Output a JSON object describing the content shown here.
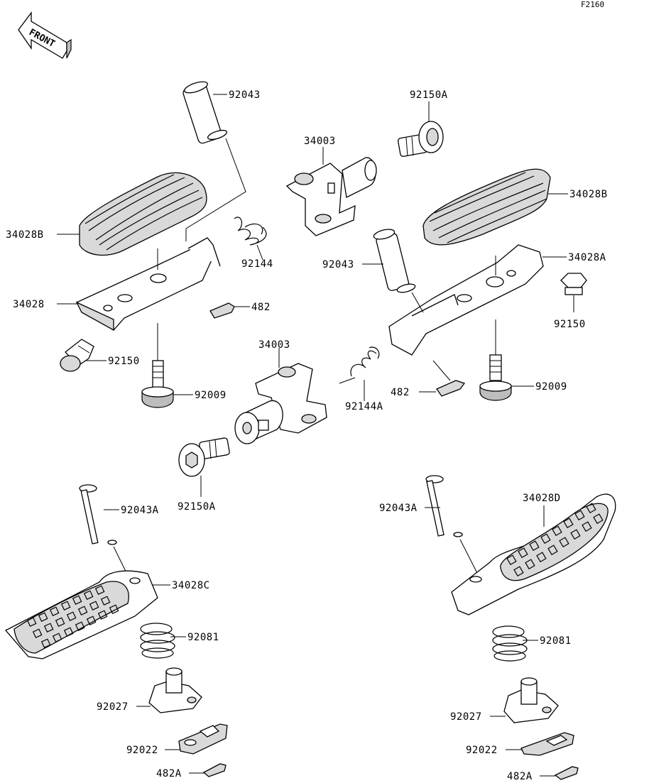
{
  "diagram_code": "F2160",
  "front_label": "FRONT",
  "parts": {
    "p92043_top": "92043",
    "p92150A_top": "92150A",
    "p34003_top": "34003",
    "p34028B_right": "34028B",
    "p34028B_left": "34028B",
    "p92144": "92144",
    "p34028A": "34028A",
    "p92043_mid": "92043",
    "p34028": "34028",
    "p482_left": "482",
    "p92150_right": "92150",
    "p92150_left": "92150",
    "p34003_mid": "34003",
    "p92009_left": "92009",
    "p92144A": "92144A",
    "p482_right": "482",
    "p92009_right": "92009",
    "p92150A_bottom": "92150A",
    "p92043A_left": "92043A",
    "p92043A_right": "92043A",
    "p34028D": "34028D",
    "p34028C": "34028C",
    "p92081_left": "92081",
    "p92081_right": "92081",
    "p92027_left": "92027",
    "p92027_right": "92027",
    "p92022_left": "92022",
    "p92022_right": "92022",
    "p482A_left": "482A",
    "p482A_right": "482A"
  }
}
